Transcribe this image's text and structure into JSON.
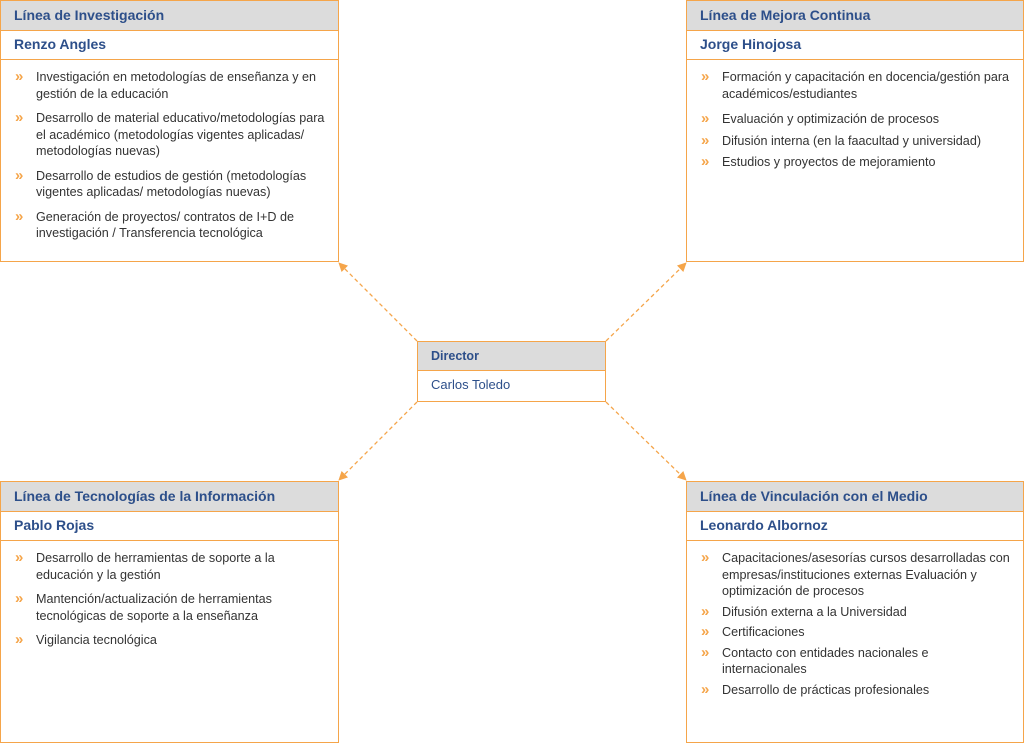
{
  "director": {
    "title": "Director",
    "name": "Carlos Toledo"
  },
  "lines": [
    {
      "title": "Línea de Investigación",
      "lead": "Renzo Angles",
      "items": [
        "Investigación en metodologías de enseñanza y en gestión de la educación",
        "Desarrollo de material educativo/metodologías para el académico (metodologías vigentes aplicadas/ metodologías nuevas)",
        "Desarrollo de estudios de gestión (metodologías vigentes aplicadas/ metodologías nuevas)",
        "Generación de proyectos/ contratos de I+D de investigación / Transferencia tecnológica"
      ]
    },
    {
      "title": "Línea de Mejora Continua",
      "lead": "Jorge Hinojosa",
      "items": [
        "Formación y capacitación en docencia/gestión para académicos/estudiantes",
        "Evaluación y optimización de procesos",
        "Difusión interna (en la faacultad y universidad)",
        "Estudios y proyectos de mejoramiento"
      ]
    },
    {
      "title": "Línea de Tecnologías de la Información",
      "lead": "Pablo Rojas",
      "items": [
        "Desarrollo de herramientas de soporte a la educación y la gestión",
        "Mantención/actualización de herramientas tecnológicas de soporte a la enseñanza",
        "Vigilancia tecnológica"
      ]
    },
    {
      "title": "Línea de Vinculación con el Medio",
      "lead": "Leonardo Albornoz",
      "items": [
        "Capacitaciones/asesorías cursos desarrolladas con empresas/instituciones externas Evaluación y optimización de procesos",
        "Difusión externa a la Universidad",
        "Certificaciones",
        "Contacto con entidades nacionales e internacionales",
        "Desarrollo de prácticas profesionales"
      ]
    }
  ],
  "bullet_glyph": "»",
  "colors": {
    "accent": "#f5a54a",
    "heading": "#2d4f8a",
    "header_bg": "#dcdcdc",
    "text": "#333333"
  }
}
